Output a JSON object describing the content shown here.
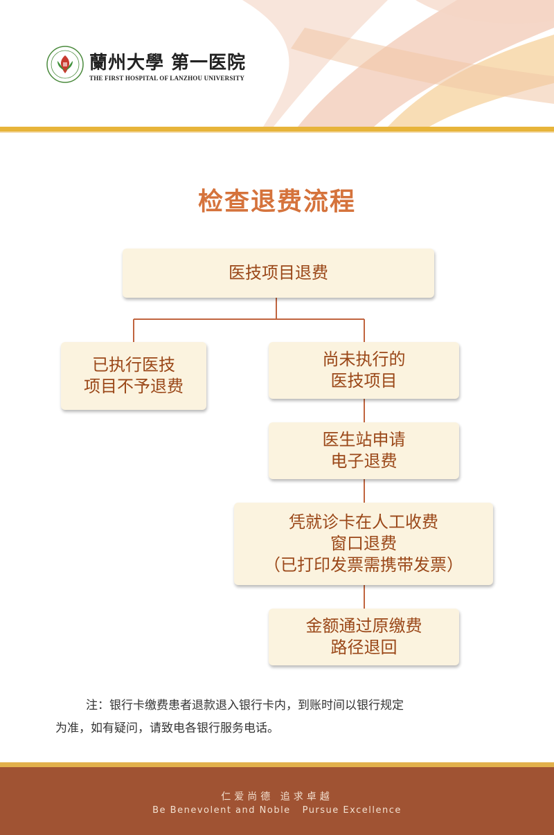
{
  "header": {
    "hospital_name": "蘭州大學 第一医院",
    "hospital_name_en": "THE FIRST HOSPITAL OF LANZHOU UNIVERSITY"
  },
  "title": "检查退费流程",
  "flow": {
    "root": {
      "lines": [
        "医技项目退费"
      ]
    },
    "left": {
      "lines": [
        "已执行医技",
        "项目不予退费"
      ]
    },
    "right": {
      "lines": [
        "尚未执行的",
        "医技项目"
      ]
    },
    "step1": {
      "lines": [
        "医生站申请",
        "电子退费"
      ]
    },
    "step2": {
      "lines": [
        "凭就诊卡在人工收费",
        "窗口退费",
        "（已打印发票需携带发票）"
      ]
    },
    "step3": {
      "lines": [
        "金额通过原缴费",
        "路径退回"
      ]
    }
  },
  "note": {
    "line1": "注：银行卡缴费患者退款退入银行卡内，到账时间以银行规定",
    "line2": "为准，如有疑问，请致电各银行服务电话。"
  },
  "footer": {
    "slogan_cn": "仁爱尚德  追求卓越",
    "slogan_en": "Be Benevolent and Noble   Pursue Excellence"
  },
  "colors": {
    "title": "#d5733c",
    "box_bg": "#fbf3df",
    "box_text": "#9a4718",
    "connector": "#c0643e",
    "gold_band": "#e7b43a",
    "footer_bg": "#a05333"
  }
}
